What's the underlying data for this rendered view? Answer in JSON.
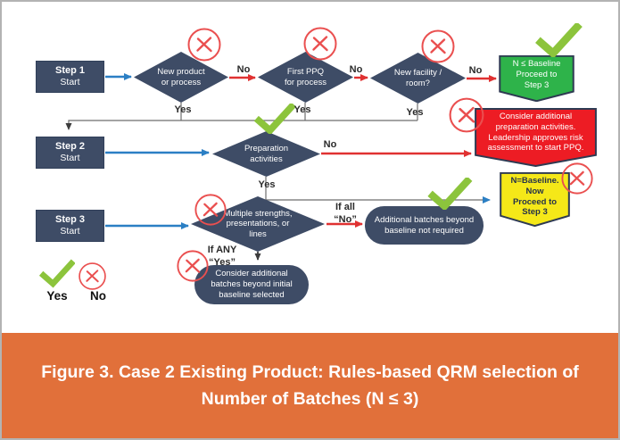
{
  "figure": {
    "caption": "Figure 3. Case 2 Existing Product: Rules-based QRM selection of\nNumber of Batches (N ≤ 3)"
  },
  "labels": {
    "no": "No",
    "yes": "Yes",
    "if_all_no": "If all\n“No”",
    "if_any_yes": "If ANY\n“Yes”"
  },
  "legend": {
    "yes_label": "Yes",
    "no_label": "No"
  },
  "nodes": {
    "step1": {
      "title": "Step 1",
      "subtitle": "Start"
    },
    "step2": {
      "title": "Step 2",
      "subtitle": "Start"
    },
    "step3": {
      "title": "Step 3",
      "subtitle": "Start"
    },
    "new_product": "New product\nor process",
    "first_ppq": "First PPQ\nfor process",
    "new_facility": "New facility /\nroom?",
    "preparation": "Preparation\nactivities",
    "multiple_strengths": "Multiple strengths,\npresentations, or\nlines",
    "n_le_baseline": "N ≤ Baseline\nProceed to\nStep 3",
    "consider_preparation": "Consider additional\npreparation activities.\nLeadership approves risk\nassessment to start PPQ.",
    "n_eq_baseline": "N=Baseline.\nNow\nProceed to\nStep 3",
    "additional_not_required": "Additional batches beyond\nbaseline not required",
    "consider_additional_batches": "Consider additional\nbatches beyond initial\nbaseline selected"
  },
  "colors": {
    "navy": "#3e4c66",
    "arrow_blue": "#2b7fc4",
    "arrow_red": "#e03131",
    "x_circle_red": "#ea4f4f",
    "check_green": "#8cc43c",
    "box_green": "#2eb34a",
    "box_red": "#ed1c24",
    "box_yellow": "#f5e818",
    "banner_orange": "#e1703a",
    "border_gray": "#b3b3b3"
  }
}
